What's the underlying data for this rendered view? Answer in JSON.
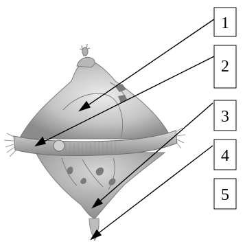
{
  "labels": [
    {
      "id": "1",
      "text": "1"
    },
    {
      "id": "2",
      "text": "2"
    },
    {
      "id": "3",
      "text": "3"
    },
    {
      "id": "4",
      "text": "4"
    },
    {
      "id": "5",
      "text": "5"
    }
  ],
  "colors": {
    "cell_fill": "#c9c9c9",
    "cell_shadow": "#9a9a9a",
    "cell_highlight": "#e8e8e8",
    "girdle": "#b5b5b5",
    "girdle_stripe": "#8e8e8e",
    "organelle": "#7a7a7a",
    "arrow": "#000000",
    "box_stroke": "#000000",
    "background": "#ffffff"
  }
}
